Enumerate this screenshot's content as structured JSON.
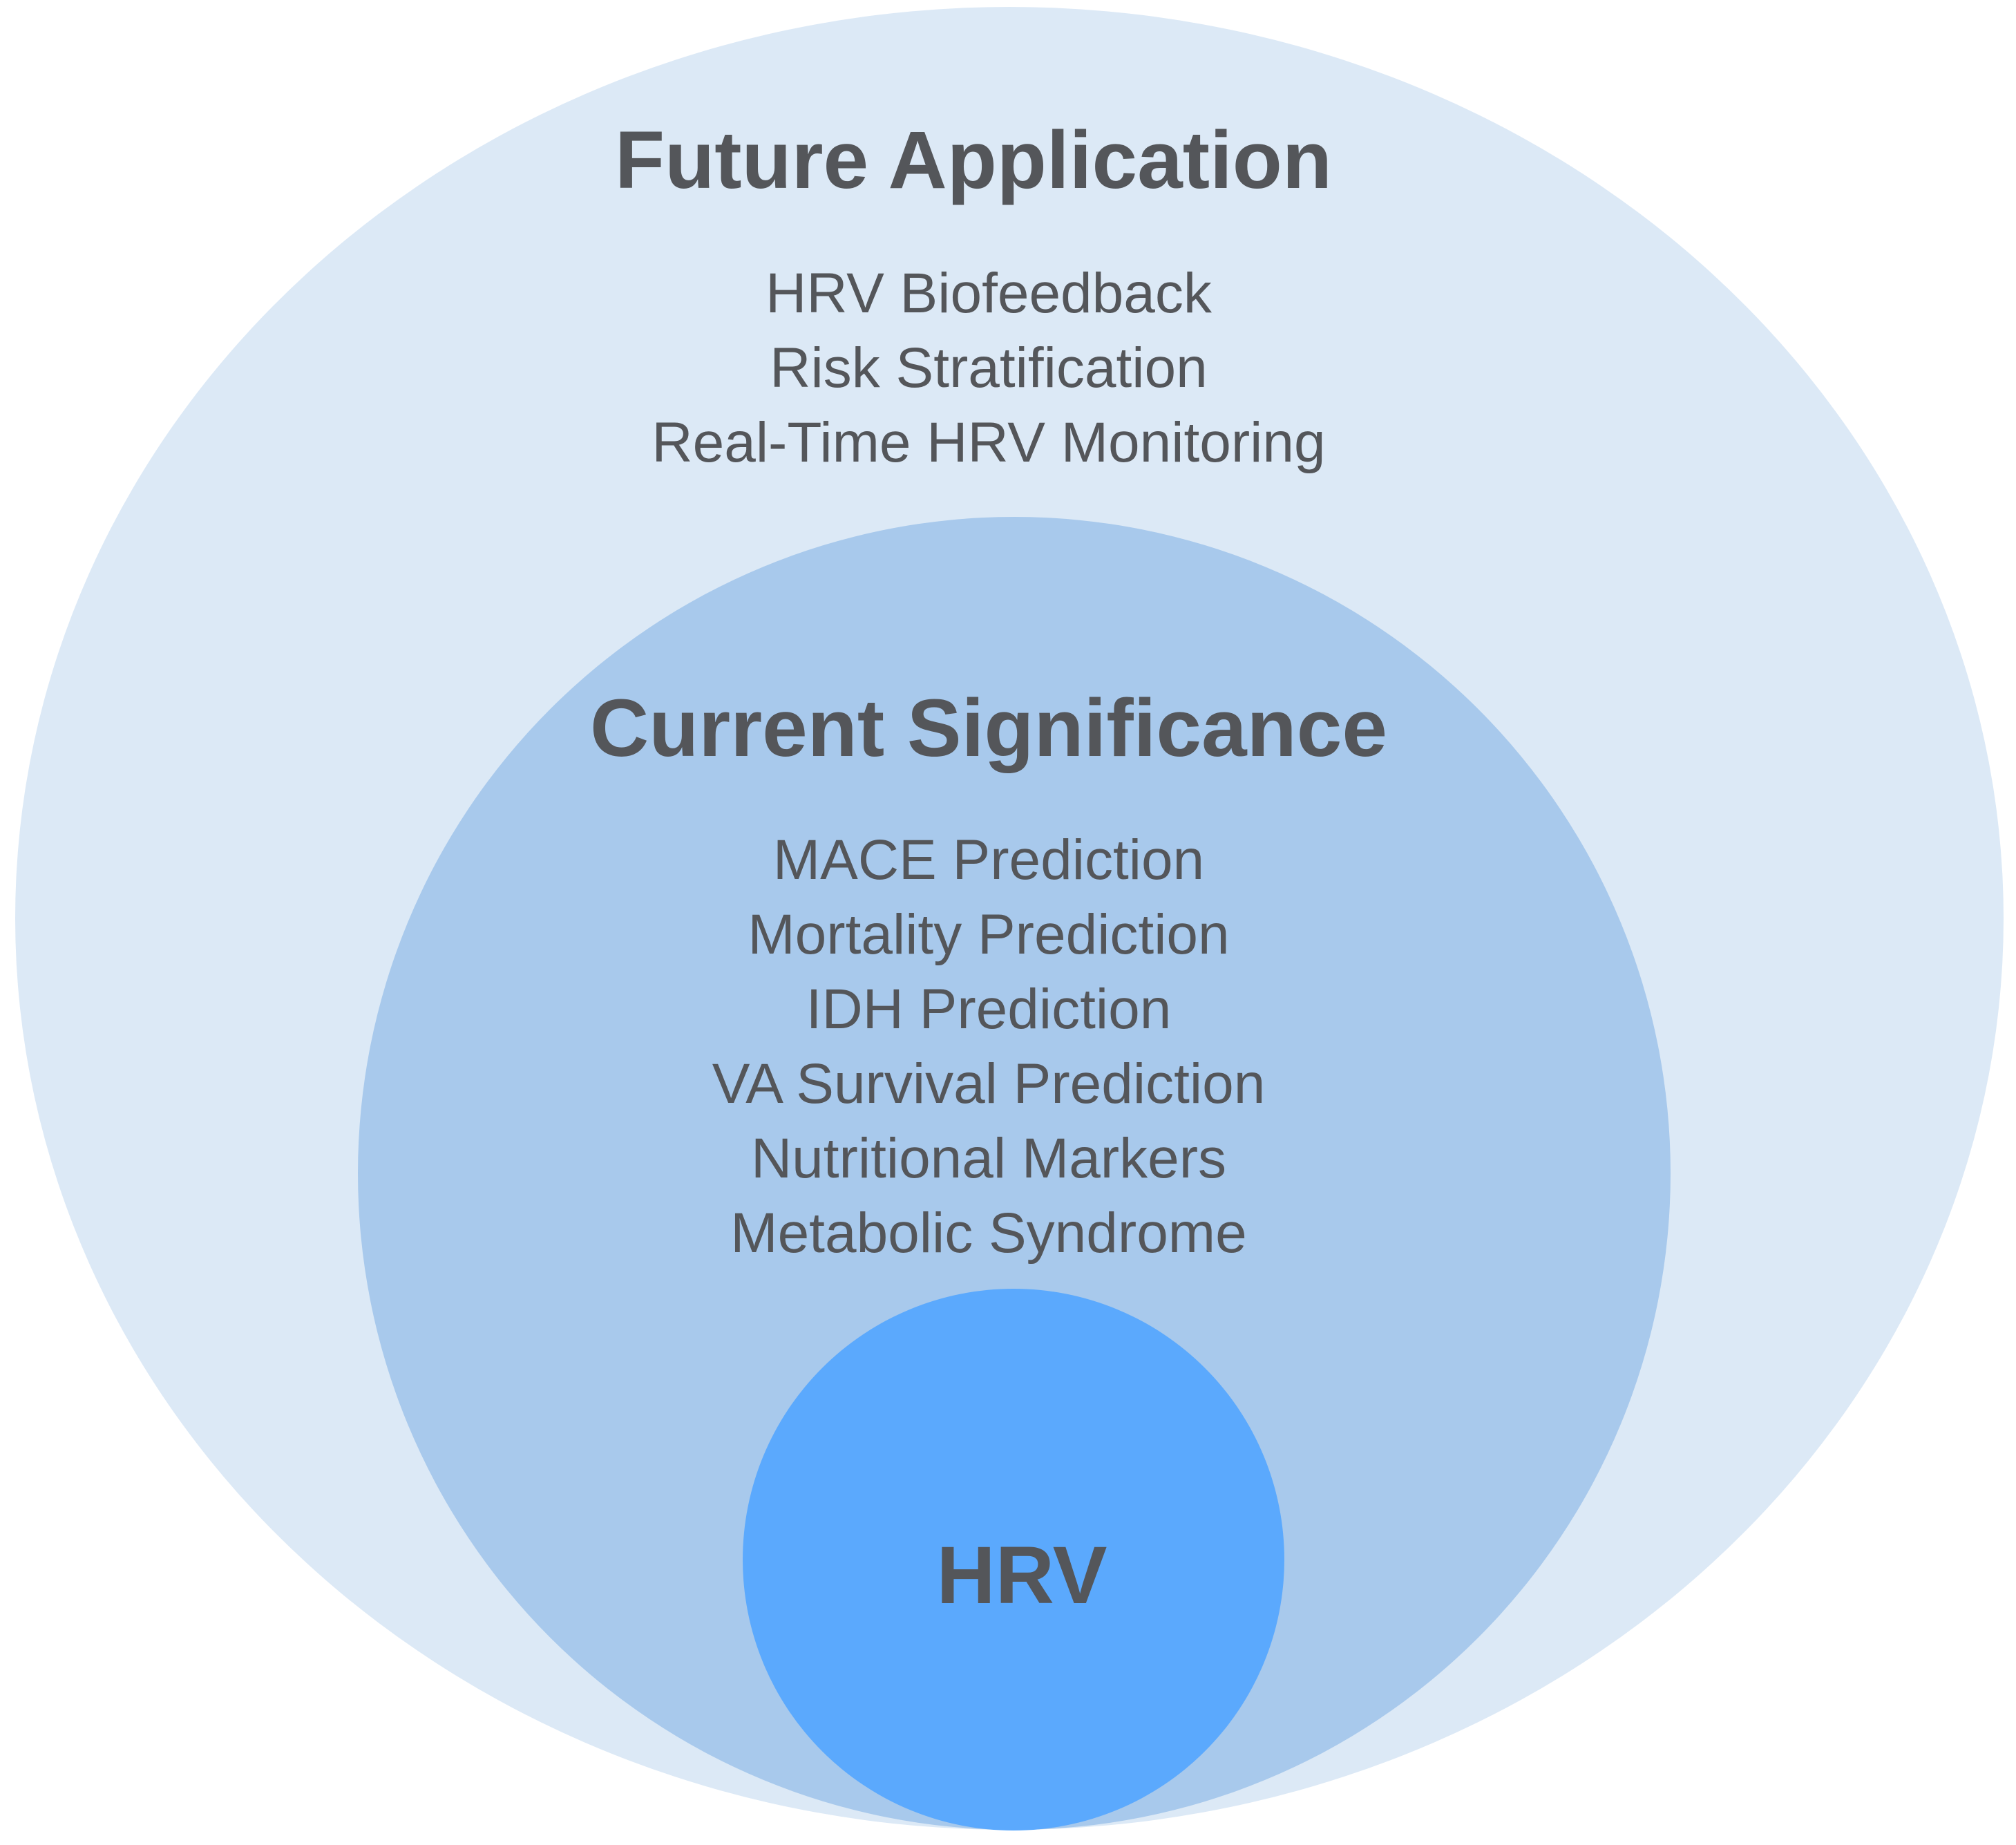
{
  "diagram": {
    "outer": {
      "heading": "Future Application",
      "items": [
        "HRV Biofeedback",
        "Risk Stratification",
        "Real-Time HRV Monitoring"
      ],
      "color": "#dce9f6"
    },
    "middle": {
      "heading": "Current Significance",
      "items": [
        "MACE Prediction",
        "Mortality Prediction",
        "IDH Prediction",
        "VA Survival Prediction",
        "Nutritional Markers",
        "Metabolic Syndrome"
      ],
      "color": "#a8c9ec"
    },
    "inner": {
      "label": "HRV",
      "color": "#5ba9fd"
    },
    "text_color": "#54565a"
  }
}
